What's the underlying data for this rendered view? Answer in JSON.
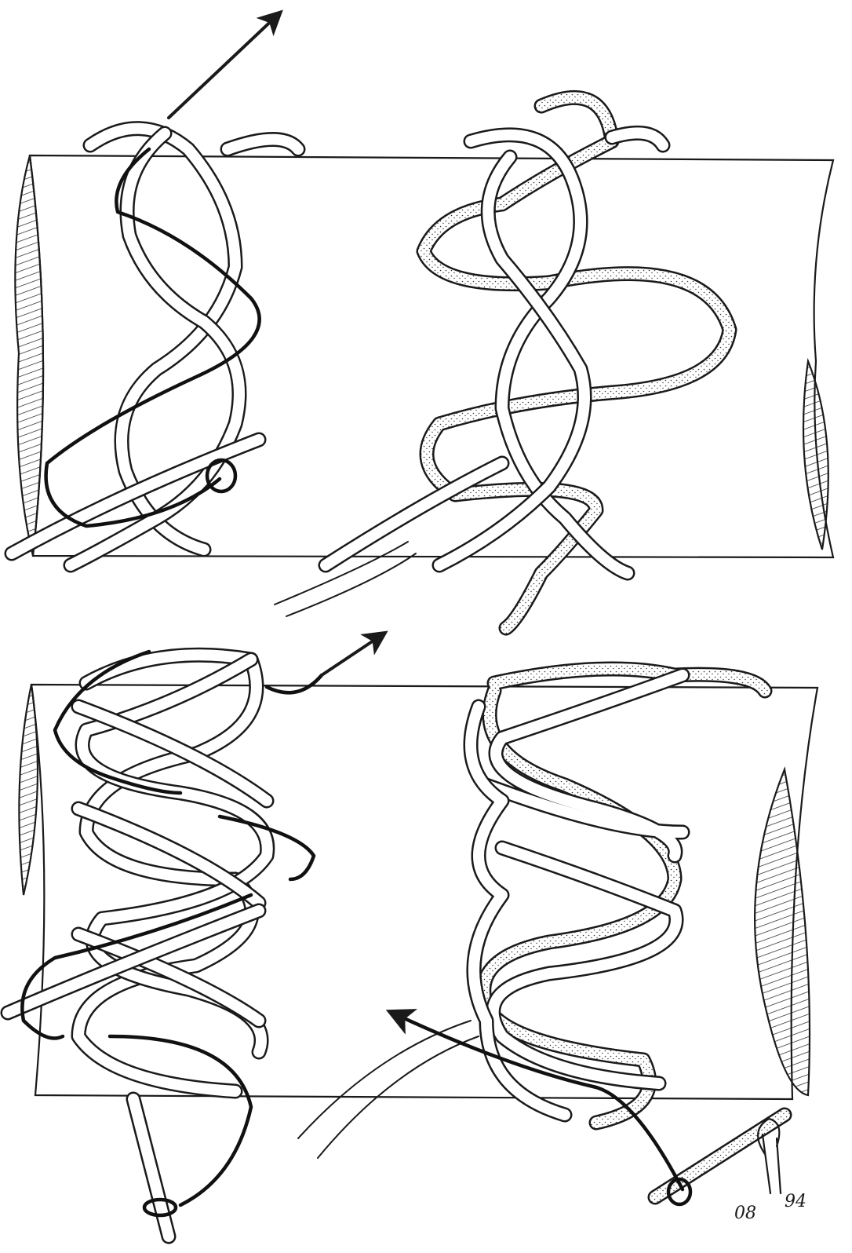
{
  "figure": {
    "panels": [
      {
        "id": "top-left",
        "rope_fill": "plain",
        "guide": "wire-loop",
        "arrow": "up-right"
      },
      {
        "id": "top-right",
        "rope_fill": "stippled",
        "guide": "none",
        "arrow": "none"
      },
      {
        "id": "bottom-left",
        "rope_fill": "plain",
        "guide": "wire-loop",
        "arrow": "up-right"
      },
      {
        "id": "bottom-right",
        "rope_fill": "stippled",
        "guide": "wire-loop",
        "arrow": "up-left"
      }
    ],
    "signature": {
      "date_left": "08",
      "date_right": "94",
      "initials_style": "monogram"
    },
    "colors": {
      "ink": "#1a1a1a",
      "background": "#ffffff",
      "stipple_dot": "#333333"
    },
    "icons": {
      "direction_arrow": "arrow-icon",
      "wire_threader": "wire-loop-icon",
      "monogram": "monogram-icon"
    }
  }
}
